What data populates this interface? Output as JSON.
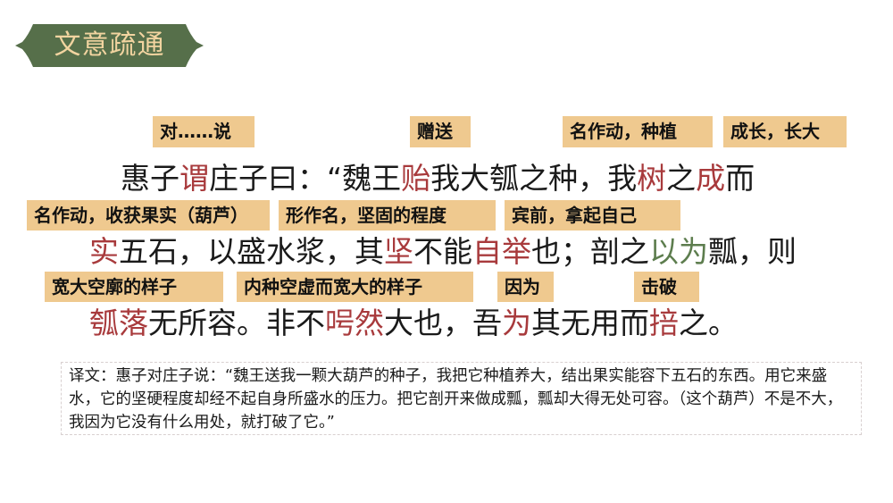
{
  "header": {
    "title": "文意疏通",
    "bg_color": "#566f4a",
    "text_color": "#f2d4a0"
  },
  "original_text": {
    "lines": [
      [
        {
          "t": "惠子",
          "c": ""
        },
        {
          "t": "谓",
          "c": "red"
        },
        {
          "t": "庄子曰：“魏王",
          "c": ""
        },
        {
          "t": "贻",
          "c": "red"
        },
        {
          "t": "我大瓠之种，我",
          "c": ""
        },
        {
          "t": "树",
          "c": "red"
        },
        {
          "t": "之",
          "c": ""
        },
        {
          "t": "成",
          "c": "red"
        },
        {
          "t": "而",
          "c": ""
        }
      ],
      [
        {
          "t": "实",
          "c": "red"
        },
        {
          "t": "五石，以盛水浆，其",
          "c": ""
        },
        {
          "t": "坚",
          "c": "red"
        },
        {
          "t": "不能",
          "c": ""
        },
        {
          "t": "自举",
          "c": "red"
        },
        {
          "t": "也；剖之",
          "c": ""
        },
        {
          "t": "以为",
          "c": "green"
        },
        {
          "t": "瓢，则",
          "c": ""
        }
      ],
      [
        {
          "t": "瓠落",
          "c": "red"
        },
        {
          "t": "无所容。非不",
          "c": ""
        },
        {
          "t": "呺然",
          "c": "red"
        },
        {
          "t": "大也，吾",
          "c": ""
        },
        {
          "t": "为",
          "c": "red"
        },
        {
          "t": "其无用而",
          "c": ""
        },
        {
          "t": "掊",
          "c": "red"
        },
        {
          "t": "之。",
          "c": ""
        }
      ]
    ]
  },
  "notes": [
    "对……说",
    "赠送",
    "名作动，种植",
    "成长，长大",
    "名作动，收获果实（葫芦）",
    "形作名，坚固的程度",
    "宾前，拿起自己",
    "宽大空廓的样子",
    "内种空虚而宽大的样子",
    "因为",
    "击破"
  ],
  "translation": "译文：惠子对庄子说：“魏王送我一颗大葫芦的种子，我把它种植养大，结出果实能容下五石的东西。用它来盛水，它的坚硬程度却经不起自身所盛水的压力。把它剖开来做成瓢，瓢却大得无处可容。（这个葫芦）不是不大，我因为它没有什么用处，就打破了它。”",
  "colors": {
    "highlight_red": "#a83a3c",
    "highlight_green": "#5d7d4e",
    "note_bg": "#efc98f"
  }
}
